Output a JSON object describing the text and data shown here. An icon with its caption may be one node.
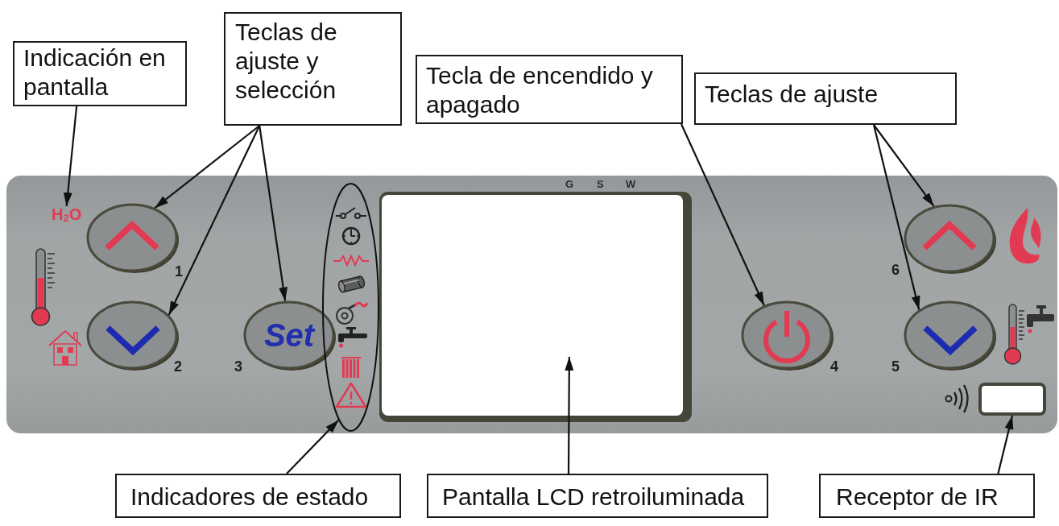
{
  "diagram": {
    "nodes": [
      {
        "text": [
          "Indicación en pantalla"
        ]
      },
      {
        "text": [
          "Teclas de ajuste y selección"
        ]
      },
      {
        "text": [
          "Tecla de encendido y apagado"
        ]
      },
      {
        "text": [
          "Teclas de ajuste"
        ]
      },
      {
        "text": [],
        "shape": "box"
      },
      {
        "text": [
          "H$_{2}$O"
        ],
        "in": 4
      },
      {
        "text": [],
        "shape": "ellipse",
        "in": 4,
        "beside": [
          "1"
        ]
      },
      {
        "text": [],
        "shape": "ellipse",
        "in": 4,
        "beside": [
          "2"
        ]
      },
      {
        "text": [
          "Set"
        ],
        "in": 4,
        "beside": [
          "3"
        ]
      },
      {
        "text": [],
        "shape": "ellipse",
        "in": 4
      },
      {
        "text": [],
        "shape": "box",
        "in": 4,
        "beside": [
          "G",
          "S",
          "W"
        ]
      },
      {
        "text": [],
        "shape": "ellipse",
        "in": 4,
        "beside": [
          "4"
        ]
      },
      {
        "text": [],
        "shape": "ellipse",
        "in": 4,
        "beside": [
          "6"
        ]
      },
      {
        "text": [],
        "shape": "ellipse",
        "in": 4,
        "beside": [
          "5"
        ]
      },
      {
        "text": [],
        "shape": "box",
        "in": 4
      },
      {
        "text": [
          "Indicadores de estado"
        ]
      },
      {
        "text": [
          "Pantalla LCD retroiluminada"
        ]
      },
      {
        "text": [
          "Receptor de IR"
        ]
      }
    ],
    "edges": [
      {
        "from": 0,
        "to": 5,
        "arrow": "to"
      },
      {
        "from": 1,
        "to": 6,
        "arrow": "to"
      },
      {
        "from": 1,
        "to": 7,
        "arrow": "to"
      },
      {
        "from": 1,
        "to": 8,
        "arrow": "to"
      },
      {
        "from": 2,
        "to": 11,
        "arrow": "to"
      },
      {
        "from": 3,
        "to": 12,
        "arrow": "to"
      },
      {
        "from": 3,
        "to": 13,
        "arrow": "to"
      },
      {
        "from": 15,
        "to": 9,
        "arrow": "to"
      },
      {
        "from": 16,
        "to": 10,
        "arrow": "to"
      },
      {
        "from": 17,
        "to": 14,
        "arrow": "to"
      }
    ]
  }
}
